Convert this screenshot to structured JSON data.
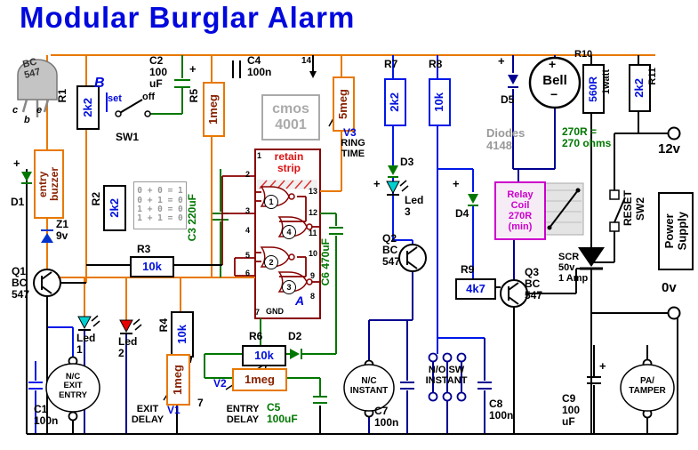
{
  "title": "Modular Burglar Alarm",
  "package": {
    "name": "BC\n547",
    "pin_c": "c",
    "pin_b": "b",
    "pin_e": "e"
  },
  "notes": {
    "ohms": "270R  =\n270 ohms",
    "diodes": "Diodes\n4148",
    "retain": "retain\nstrip",
    "logic": [
      "0 + 0 = 1",
      "0 + 1 = 0",
      "1 + 0 = 0",
      "1 + 1 = 0"
    ]
  },
  "ic": {
    "name": "cmos\n4001",
    "node_a": "A",
    "node_b": "B",
    "gnd": "GND",
    "gates": [
      "1",
      "4",
      "2",
      "3"
    ],
    "pins": {
      "p1": "1",
      "p2": "2",
      "p3": "3",
      "p4": "4",
      "p5": "5",
      "p6": "6",
      "p7": "7",
      "p8": "8",
      "p9": "9",
      "p10": "10",
      "p11": "11",
      "p12": "12",
      "p13": "13",
      "p14": "14"
    }
  },
  "resistors": {
    "r1": {
      "ref": "R1",
      "value": "2k2"
    },
    "r2": {
      "ref": "R2",
      "value": "2k2"
    },
    "r3": {
      "ref": "R3",
      "value": "10k"
    },
    "r4": {
      "ref": "R4",
      "value": "10k"
    },
    "r5": {
      "ref": "R5",
      "value": "1meg"
    },
    "r6": {
      "ref": "R6",
      "value": "10k"
    },
    "r7": {
      "ref": "R7",
      "value": "2k2"
    },
    "r8": {
      "ref": "R8",
      "value": "10k"
    },
    "r9": {
      "ref": "R9",
      "value": "4k7"
    },
    "r10": {
      "ref": "R10",
      "value": "560R",
      "rating": "1watt"
    },
    "r11": {
      "ref": "R11",
      "value": "2k2"
    },
    "ring": {
      "value": "5meg",
      "pot": "V3",
      "caption": "RING\nTIME"
    },
    "v1": {
      "ref": "V1",
      "value": "1meg",
      "caption": "EXIT\nDELAY"
    },
    "v2": {
      "ref": "V2",
      "value": "1meg",
      "caption": "ENTRY\nDELAY",
      "node": "7"
    }
  },
  "capacitors": {
    "c1": "C1\n100n",
    "c2": "C2\n100\nuF",
    "c2_plus": "+",
    "c3": "C3  220uF",
    "c4": "C4\n100n",
    "c5": "C5\n100uF",
    "c6": "C6  470uF",
    "c7": "C7\n100n",
    "c8": "C8\n100n",
    "c9": "C9\n100\nuF",
    "c9_plus": "+"
  },
  "diodes": {
    "d1": "D1",
    "d1_plus": "+",
    "d2": "D2",
    "d3": "D3",
    "d3_plus": "+",
    "d4": "D4",
    "d4_plus": "+",
    "d5": "D5",
    "d5_plus": "+",
    "z1": "Z1\n9v"
  },
  "transistors": {
    "q1": "Q1\nBC\n547",
    "q2": "Q2\nBC\n547",
    "q3": "Q3\nBC\n547"
  },
  "leds": {
    "led1": "Led\n1",
    "led2": "Led\n2",
    "led3": "Led\n3"
  },
  "switches": {
    "sw1": {
      "ref": "SW1",
      "set": "set",
      "off": "off"
    },
    "sw2": {
      "ref": "SW2",
      "label": "RESET"
    }
  },
  "relay": {
    "label": "Relay\nCoil\n270R\n(min)"
  },
  "buzzer": {
    "label": "entry\nbuzzer"
  },
  "scr": {
    "label": "SCR\n50v\n1 Amp"
  },
  "bell": {
    "label": "Bell",
    "plus": "+",
    "minus": "−"
  },
  "power": {
    "v12": "12v",
    "v0": "0v",
    "supply": "Power\nSupply"
  },
  "connectors": {
    "nc_exit": "N/C\nEXIT\nENTRY",
    "nc_instant": "N/C\nINSTANT",
    "no_sw": "N/O SW\nINSTANT",
    "pa": "PA/\nTAMPER"
  }
}
